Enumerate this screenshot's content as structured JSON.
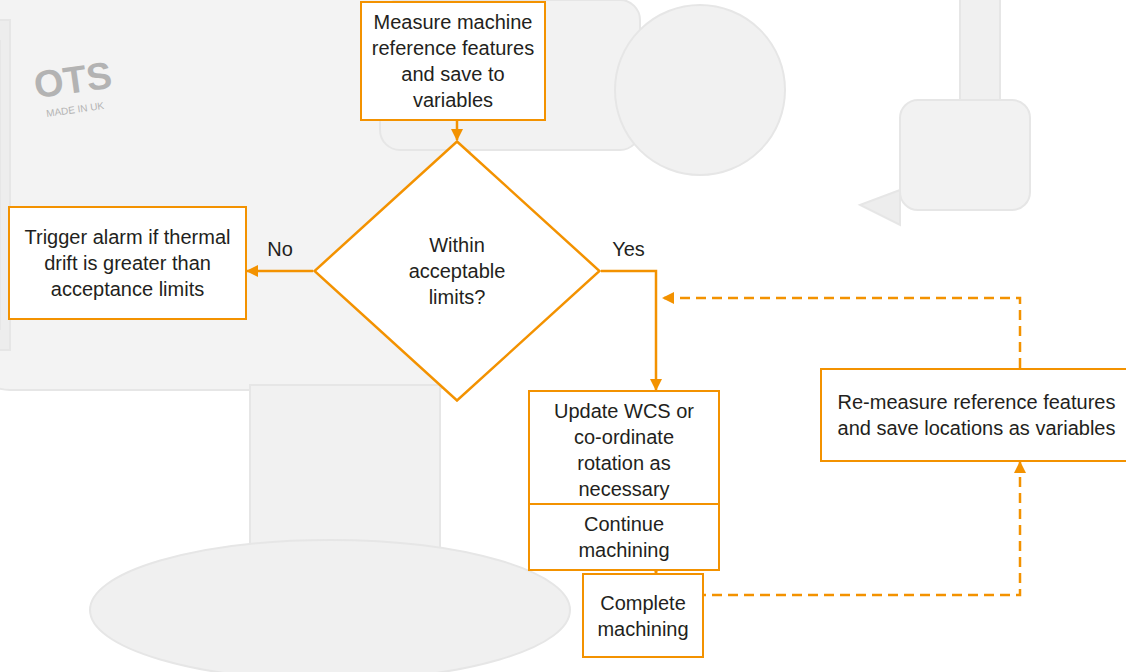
{
  "diagram": {
    "nodes": [
      {
        "text": [
          "Measure machine reference features and save to variables"
        ]
      },
      {
        "text": [
          "Within acceptable limits?"
        ]
      },
      {
        "text": [
          "Trigger alarm if thermal drift is greater than acceptance limits"
        ]
      },
      {
        "text": [
          "Update WCS or co-ordinate rotation as necessary"
        ]
      },
      {
        "text": [
          "Re-measure reference features and save locations as variables"
        ]
      },
      {
        "text": [
          "Continue machining"
        ]
      },
      {
        "text": [
          "Complete machining"
        ]
      }
    ],
    "edges": [
      {
        "from": 0,
        "to": 1,
        "arrow": "to"
      },
      {
        "from": 1,
        "to": 2,
        "label": "No",
        "arrow": "to"
      },
      {
        "from": 1,
        "to": 3,
        "label": "Yes",
        "arrow": "to"
      },
      {
        "from": 3,
        "to": 5,
        "arrow": "to"
      },
      {
        "from": 5,
        "to": 6,
        "arrow": "to"
      },
      {
        "from": 5,
        "to": 4,
        "arrow": "to"
      },
      {
        "from": 4,
        "to": 3,
        "arrow": "to"
      }
    ],
    "labels": [
      "OTS",
      "MADE IN UK"
    ]
  }
}
